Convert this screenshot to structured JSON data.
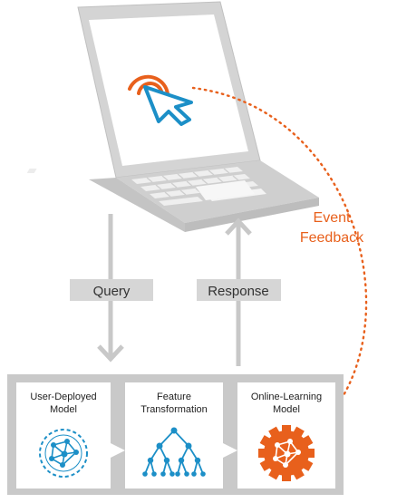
{
  "colors": {
    "accent_orange": "#e8601c",
    "accent_blue": "#1c8fc7",
    "gray_arrow": "#c8c8c8",
    "frame_gray": "#c9c9c9",
    "laptop_body": "#d2d2d2",
    "label_bg": "#d6d6d6"
  },
  "icons": {
    "laptop": "laptop-icon",
    "cursor": "click-cursor-icon",
    "model_1": "network-gear-icon",
    "model_2": "tree-hierarchy-icon",
    "model_3": "network-gear-filled-icon"
  },
  "arrows": {
    "query_label": "Query",
    "response_label": "Response"
  },
  "feedback": {
    "line1": "Event",
    "line2": "Feedback"
  },
  "pipeline": {
    "boxes": [
      {
        "line1": "User-Deployed",
        "line2": "Model"
      },
      {
        "line1": "Feature",
        "line2": "Transformation"
      },
      {
        "line1": "Online-Learning",
        "line2": "Model"
      }
    ]
  }
}
